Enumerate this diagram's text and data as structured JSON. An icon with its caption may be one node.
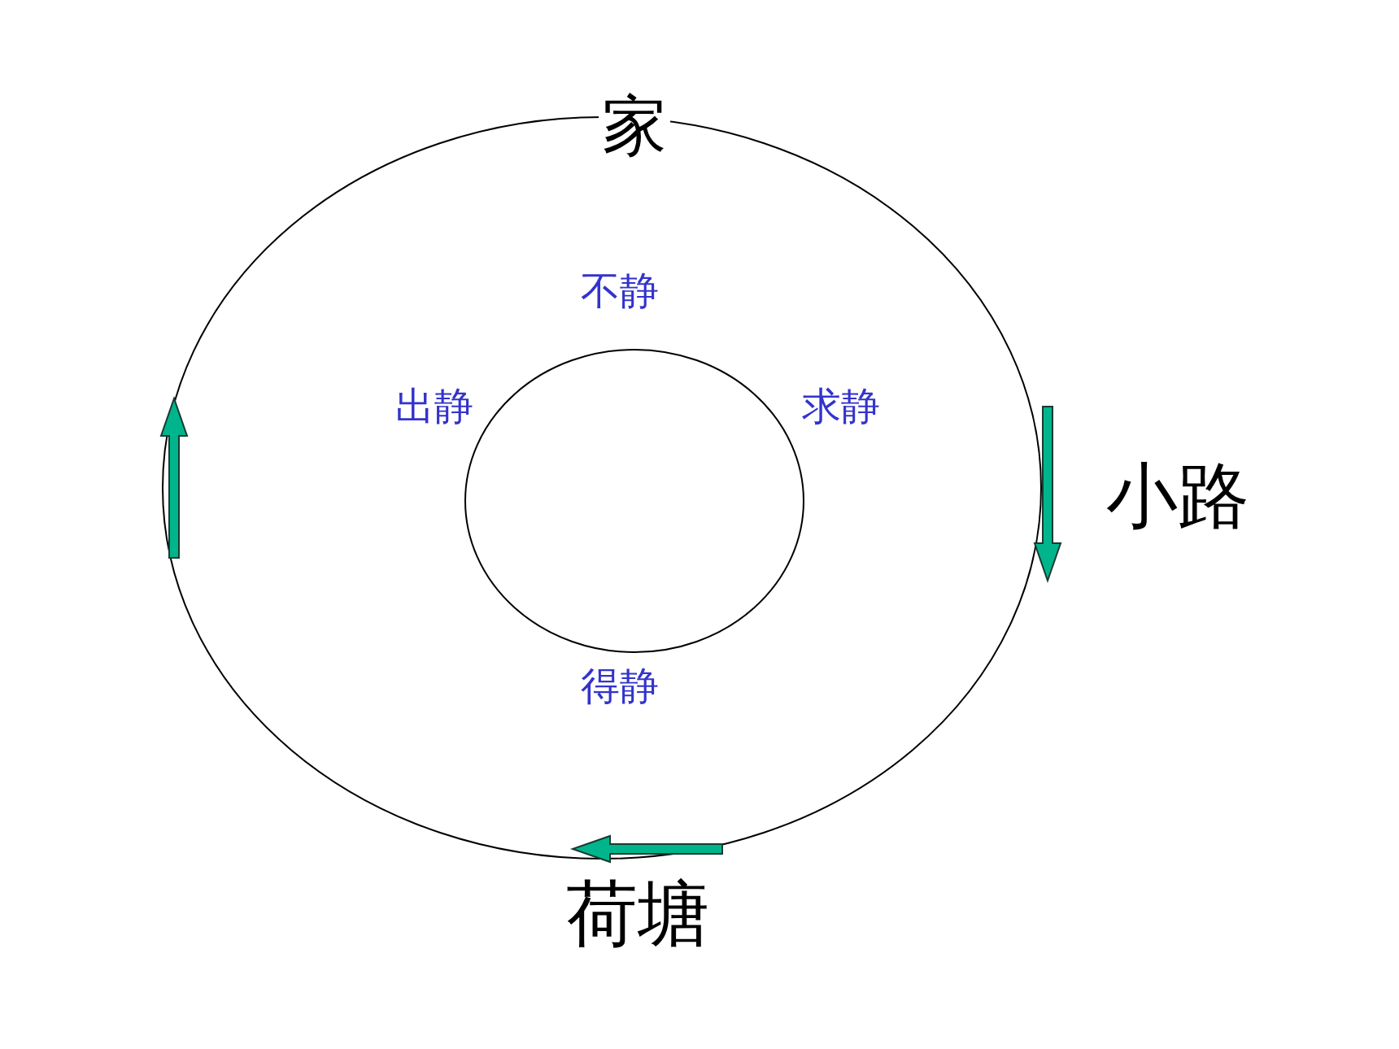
{
  "diagram": {
    "labels": [
      "家",
      "不静",
      "出静",
      "求静",
      "小路",
      "得静",
      "荷塘"
    ]
  }
}
